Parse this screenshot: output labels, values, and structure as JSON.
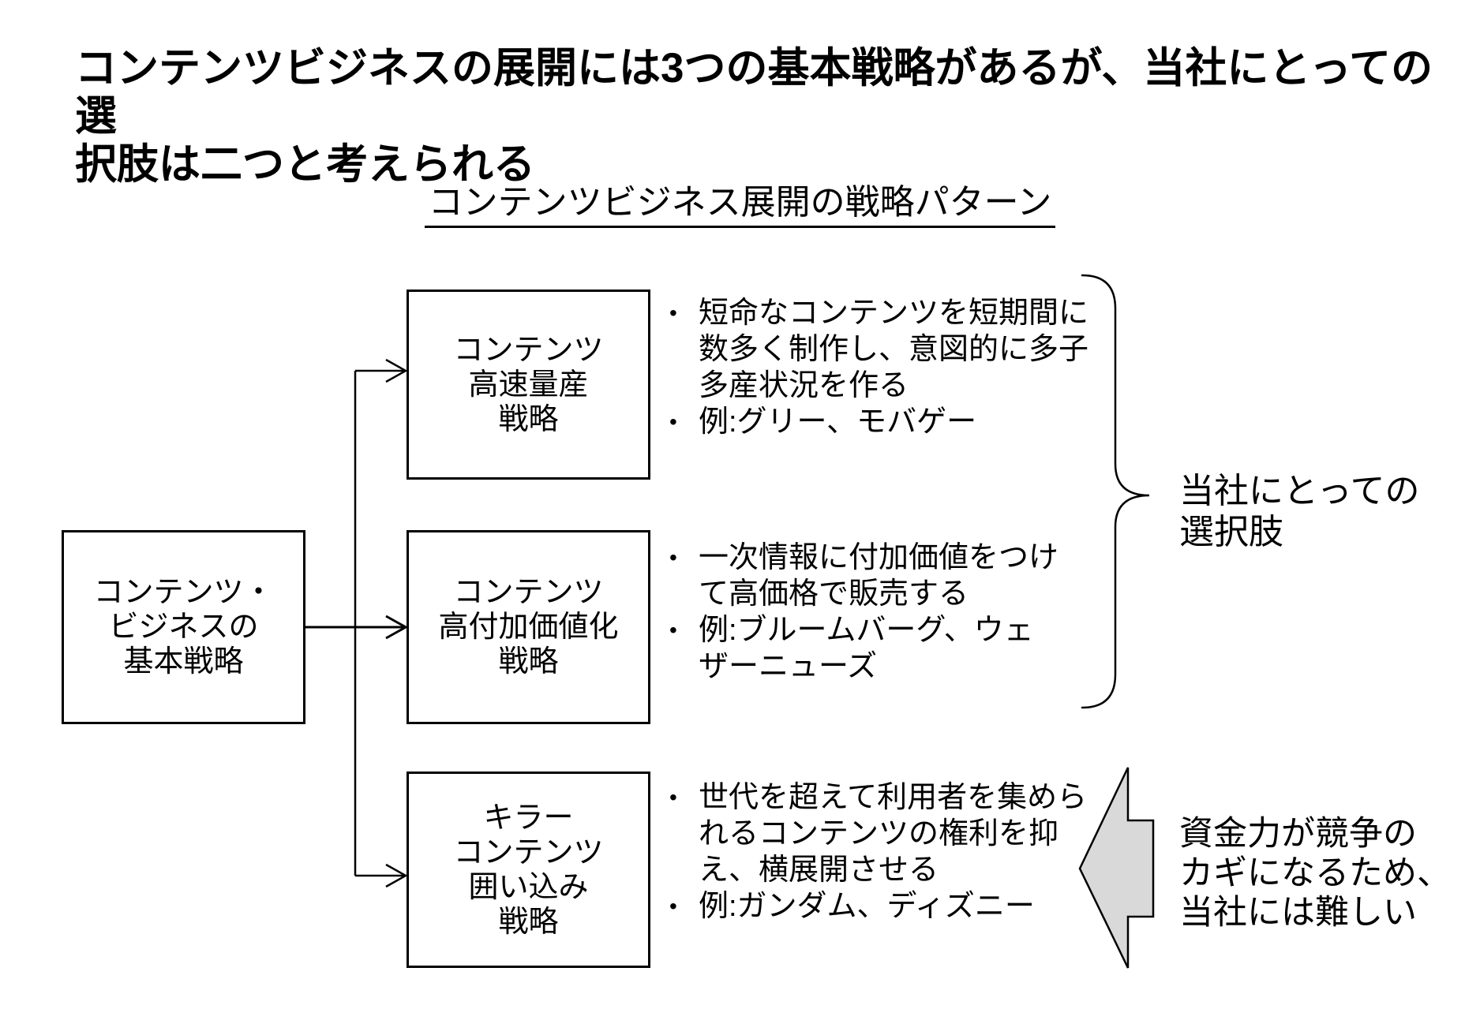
{
  "slide": {
    "title_lines": [
      "コンテンツビジネスの展開には3つの基本戦略があるが、当社にとっての選",
      "択肢は二つと考えられる"
    ],
    "diagram_title": "コンテンツビジネス展開の戦略パターン"
  },
  "root_box": {
    "lines": [
      "コンテンツ・",
      "ビジネスの",
      "基本戦略"
    ]
  },
  "strategies": [
    {
      "name_lines": [
        "コンテンツ",
        "高速量産",
        "戦略"
      ],
      "bullet1_lines": [
        "短命なコンテンツを短期間に",
        "数多く制作し、意図的に多子",
        "多産状況を作る"
      ],
      "bullet2_lines": [
        "例:グリー、モバゲー"
      ]
    },
    {
      "name_lines": [
        "コンテンツ",
        "高付加価値化",
        "戦略"
      ],
      "bullet1_lines": [
        "一次情報に付加価値をつけ",
        "て高価格で販売する"
      ],
      "bullet2_lines": [
        "例:ブルームバーグ、ウェ",
        "ザーニューズ"
      ]
    },
    {
      "name_lines": [
        "キラー",
        "コンテンツ",
        "囲い込み",
        "戦略"
      ],
      "bullet1_lines": [
        "世代を超えて利用者を集めら",
        "れるコンテンツの権利を抑",
        "え、横展開させる"
      ],
      "bullet2_lines": [
        "例:ガンダム、ディズニー"
      ]
    }
  ],
  "annotations": {
    "choice_lines": [
      "当社にとっての",
      "選択肢"
    ],
    "difficulty_lines": [
      "資金力が競争の",
      "カギになるため、",
      "当社には難しい"
    ]
  },
  "ui": {
    "bullet_char": "•"
  },
  "colors": {
    "arrow_fill": "#d9d9d9",
    "line_color": "#000000"
  }
}
